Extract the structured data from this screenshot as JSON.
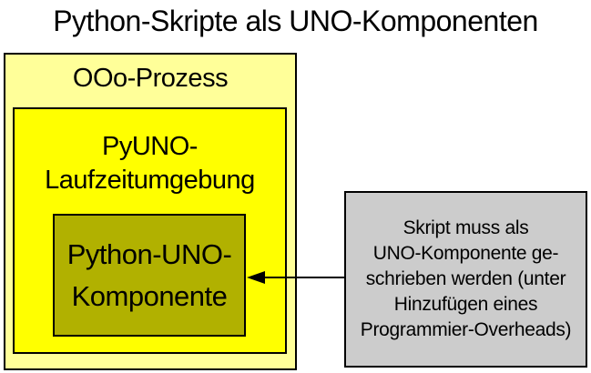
{
  "title": "Python-Skripte als UNO-Komponenten",
  "colors": {
    "background": "#FFFFFF",
    "border": "#000000",
    "text": "#000000",
    "outer_box_fill": "#FFFF99",
    "runtime_box_fill": "#FFFF00",
    "component_box_fill": "#B1B100",
    "note_box_fill": "#CCCCCC"
  },
  "diagram": {
    "outer_box": {
      "label": "OOo-Prozess"
    },
    "runtime_box": {
      "lines": [
        "PyUNO-",
        "Laufzeitumgebung"
      ]
    },
    "component_box": {
      "lines": [
        "Python-UNO-",
        "Komponente"
      ]
    },
    "note_box": {
      "lines": [
        "Skript muss als",
        "UNO-Komponente ge-",
        "schrieben werden (unter",
        "Hinzufügen eines",
        "Programmier-Overheads)"
      ]
    },
    "arrow": {
      "from": "note_box",
      "to": "component_box",
      "direction": "left"
    }
  }
}
